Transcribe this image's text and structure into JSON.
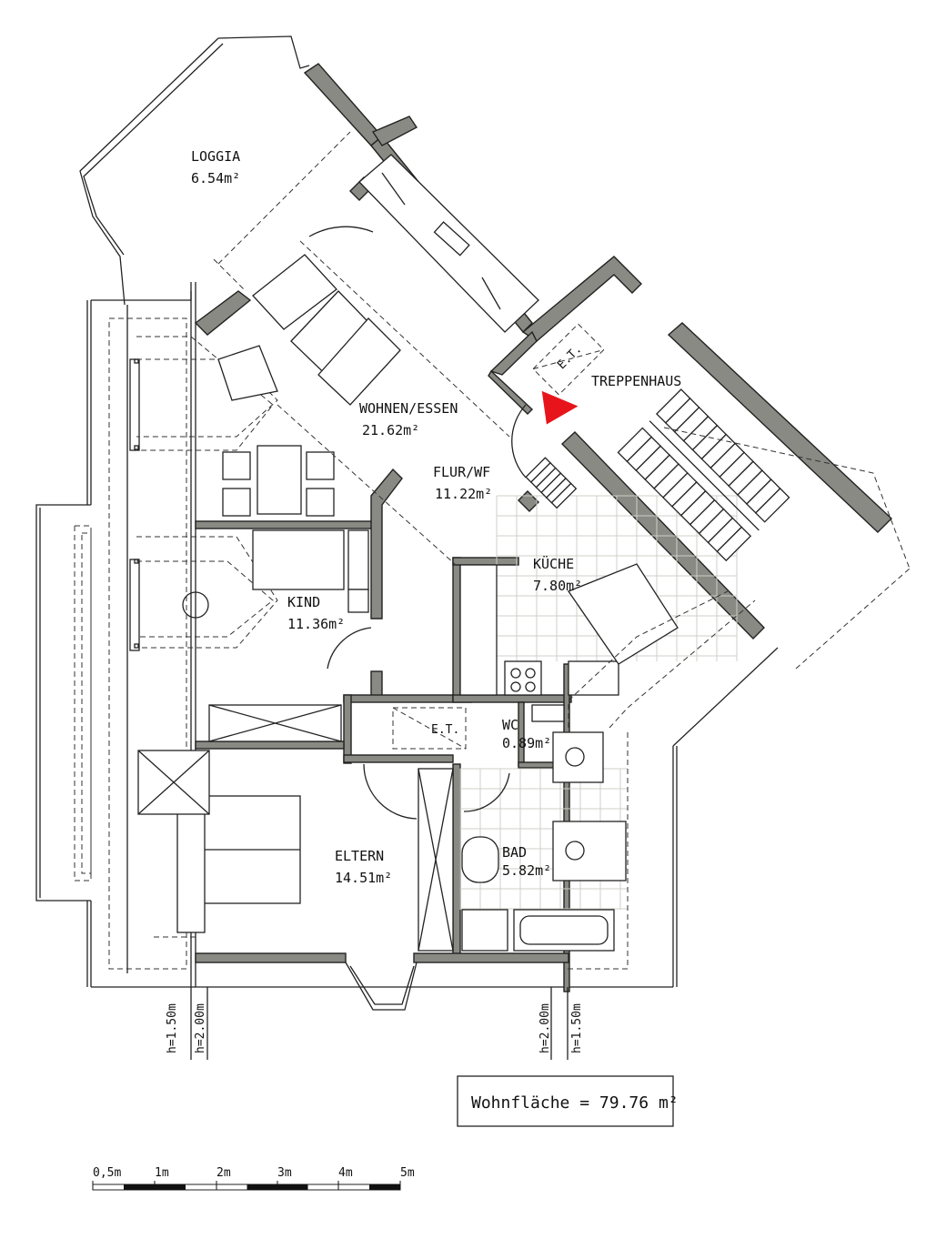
{
  "rooms": {
    "loggia": {
      "name": "LOGGIA",
      "area": "6.54m²"
    },
    "wohnen": {
      "name": "WOHNEN/ESSEN",
      "area": "21.62m²"
    },
    "flur": {
      "name": "FLUR/WF",
      "area": "11.22m²"
    },
    "treppenhaus": {
      "name": "TREPPENHAUS"
    },
    "kueche": {
      "name": "KÜCHE",
      "area": "7.80m²"
    },
    "kind": {
      "name": "KIND",
      "area": "11.36m²"
    },
    "wc": {
      "name": "WC",
      "area": "0.89m²"
    },
    "bad": {
      "name": "BAD",
      "area": "5.82m²"
    },
    "eltern": {
      "name": "ELTERN",
      "area": "14.51m²"
    }
  },
  "labels": {
    "et_flur": "E.T.",
    "et_top": "E.T.",
    "h150": "h=1.50m",
    "h200": "h=2.00m"
  },
  "summary": {
    "label": "Wohnfläche",
    "eq": "=",
    "value": "79.76",
    "unit": "m²"
  },
  "scale": {
    "ticks": [
      "0,5m",
      "1m",
      "2m",
      "3m",
      "4m",
      "5m"
    ]
  },
  "colors": {
    "wall": "#8a8a84",
    "entrance_arrow": "#e8141b"
  }
}
